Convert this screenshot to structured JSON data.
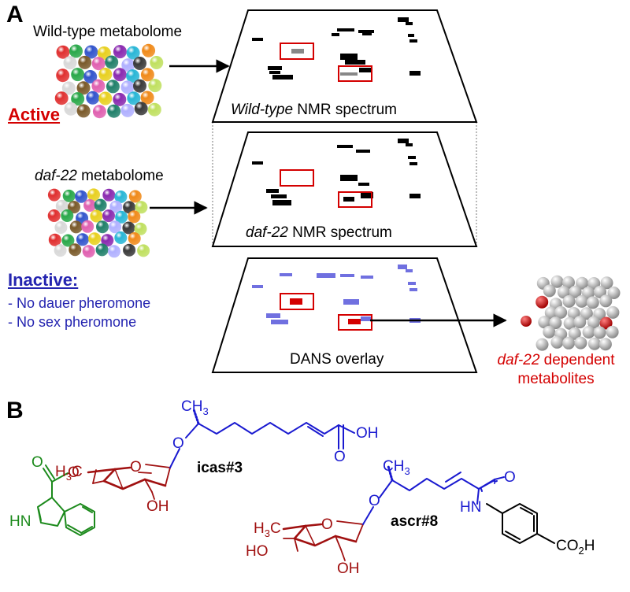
{
  "panel_a": {
    "letter": "A",
    "wildtype": {
      "label_italic": "",
      "label_rest": "Wild-type metabolome"
    },
    "active_label": "Active",
    "daf22": {
      "label_italic": "daf-22",
      "label_rest": " metabolome"
    },
    "inactive_label": "Inactive:",
    "inactive_items": [
      "- No dauer pheromone",
      "- No sex pheromone"
    ],
    "spectra": [
      {
        "label_italic": "Wild-type",
        "label_rest": " NMR spectrum"
      },
      {
        "label_italic": "daf-22",
        "label_rest": " NMR spectrum"
      },
      {
        "label_italic": "",
        "label_rest": "DANS overlay"
      }
    ],
    "dependent": {
      "line1_italic": "daf-22",
      "line1_rest": " dependent",
      "line2": "metabolites"
    }
  },
  "panel_b": {
    "letter": "B",
    "icas3_label": "icas#3",
    "ascr8_label": "ascr#8",
    "atoms": {
      "ch3": "CH",
      "sub3": "3",
      "h3c_h": "H",
      "h3c_sub": "3",
      "h3c_c": "C",
      "o": "O",
      "oh": "OH",
      "hn": "HN",
      "nh_indole": "HN",
      "co2h_co": "CO",
      "co2h_sub": "2",
      "co2h_h": "H"
    }
  },
  "colors": {
    "red": "#d40000",
    "blue": "#2424b0",
    "darkred": "#a01010",
    "molblue": "#1a1ad0",
    "green": "#1c8a1c",
    "overlay": "#7070e0"
  }
}
